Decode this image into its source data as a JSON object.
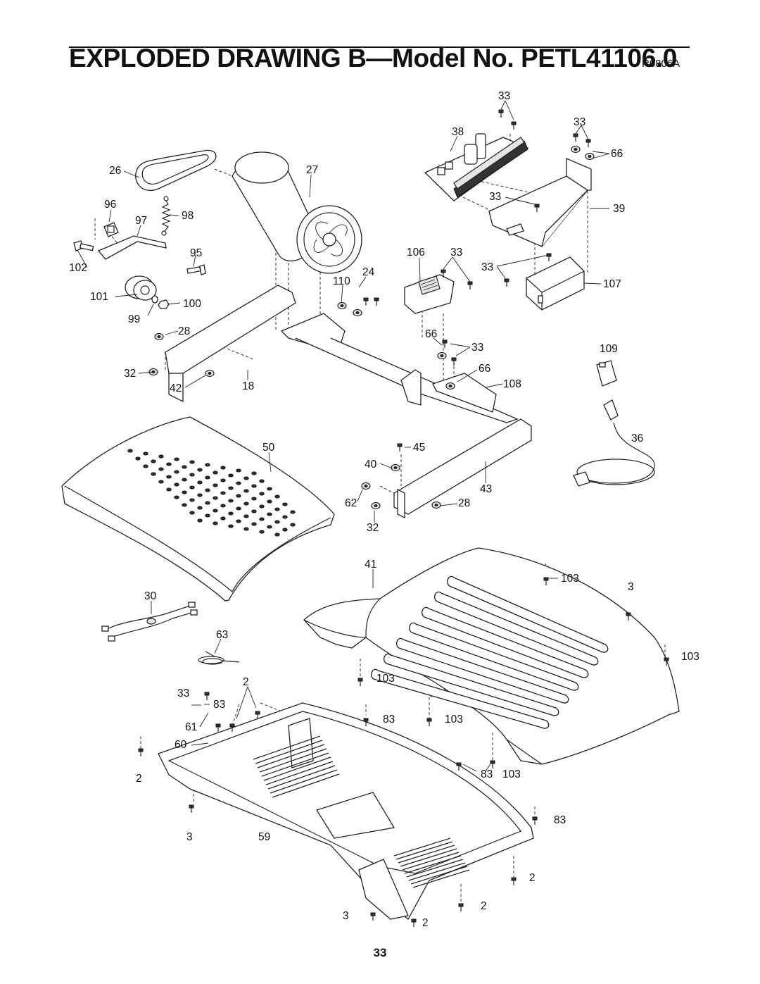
{
  "header": {
    "title": "EXPLODED DRAWING B—Model No. PETL41106.0",
    "revision": "R0806A"
  },
  "page_number": "33",
  "callouts": [
    {
      "id": "lbl-33-a",
      "text": "33"
    },
    {
      "id": "lbl-33-b",
      "text": "33"
    },
    {
      "id": "lbl-38",
      "text": "38"
    },
    {
      "id": "lbl-66-a",
      "text": "66"
    },
    {
      "id": "lbl-26",
      "text": "26"
    },
    {
      "id": "lbl-27",
      "text": "27"
    },
    {
      "id": "lbl-33-c",
      "text": "33"
    },
    {
      "id": "lbl-39",
      "text": "39"
    },
    {
      "id": "lbl-96",
      "text": "96"
    },
    {
      "id": "lbl-98",
      "text": "98"
    },
    {
      "id": "lbl-97",
      "text": "97"
    },
    {
      "id": "lbl-95",
      "text": "95"
    },
    {
      "id": "lbl-106",
      "text": "106"
    },
    {
      "id": "lbl-33-d",
      "text": "33"
    },
    {
      "id": "lbl-33-e",
      "text": "33"
    },
    {
      "id": "lbl-102",
      "text": "102"
    },
    {
      "id": "lbl-110",
      "text": "110"
    },
    {
      "id": "lbl-24",
      "text": "24"
    },
    {
      "id": "lbl-107",
      "text": "107"
    },
    {
      "id": "lbl-101",
      "text": "101"
    },
    {
      "id": "lbl-100",
      "text": "100"
    },
    {
      "id": "lbl-99",
      "text": "99"
    },
    {
      "id": "lbl-28-a",
      "text": "28"
    },
    {
      "id": "lbl-66-b",
      "text": "66"
    },
    {
      "id": "lbl-33-f",
      "text": "33"
    },
    {
      "id": "lbl-109",
      "text": "109"
    },
    {
      "id": "lbl-32-a",
      "text": "32"
    },
    {
      "id": "lbl-66-c",
      "text": "66"
    },
    {
      "id": "lbl-108",
      "text": "108"
    },
    {
      "id": "lbl-42",
      "text": "42"
    },
    {
      "id": "lbl-18",
      "text": "18"
    },
    {
      "id": "lbl-50",
      "text": "50"
    },
    {
      "id": "lbl-45",
      "text": "45"
    },
    {
      "id": "lbl-36",
      "text": "36"
    },
    {
      "id": "lbl-40",
      "text": "40"
    },
    {
      "id": "lbl-43",
      "text": "43"
    },
    {
      "id": "lbl-62",
      "text": "62"
    },
    {
      "id": "lbl-28-b",
      "text": "28"
    },
    {
      "id": "lbl-32-b",
      "text": "32"
    },
    {
      "id": "lbl-41",
      "text": "41"
    },
    {
      "id": "lbl-103-a",
      "text": "103"
    },
    {
      "id": "lbl-3-a",
      "text": "3"
    },
    {
      "id": "lbl-30",
      "text": "30"
    },
    {
      "id": "lbl-63",
      "text": "63"
    },
    {
      "id": "lbl-103-b",
      "text": "103"
    },
    {
      "id": "lbl-103-c",
      "text": "103"
    },
    {
      "id": "lbl-33-g",
      "text": "33"
    },
    {
      "id": "lbl-2-a",
      "text": "2"
    },
    {
      "id": "lbl-83-a",
      "text": "83"
    },
    {
      "id": "lbl-61",
      "text": "61"
    },
    {
      "id": "lbl-83-b",
      "text": "83"
    },
    {
      "id": "lbl-103-d",
      "text": "103"
    },
    {
      "id": "lbl-60",
      "text": "60"
    },
    {
      "id": "lbl-2-b",
      "text": "2"
    },
    {
      "id": "lbl-83-c",
      "text": "83"
    },
    {
      "id": "lbl-103-e",
      "text": "103"
    },
    {
      "id": "lbl-3-b",
      "text": "3"
    },
    {
      "id": "lbl-59",
      "text": "59"
    },
    {
      "id": "lbl-83-d",
      "text": "83"
    },
    {
      "id": "lbl-2-c",
      "text": "2"
    },
    {
      "id": "lbl-3-c",
      "text": "3"
    },
    {
      "id": "lbl-2-d",
      "text": "2"
    },
    {
      "id": "lbl-2-e",
      "text": "2"
    }
  ]
}
